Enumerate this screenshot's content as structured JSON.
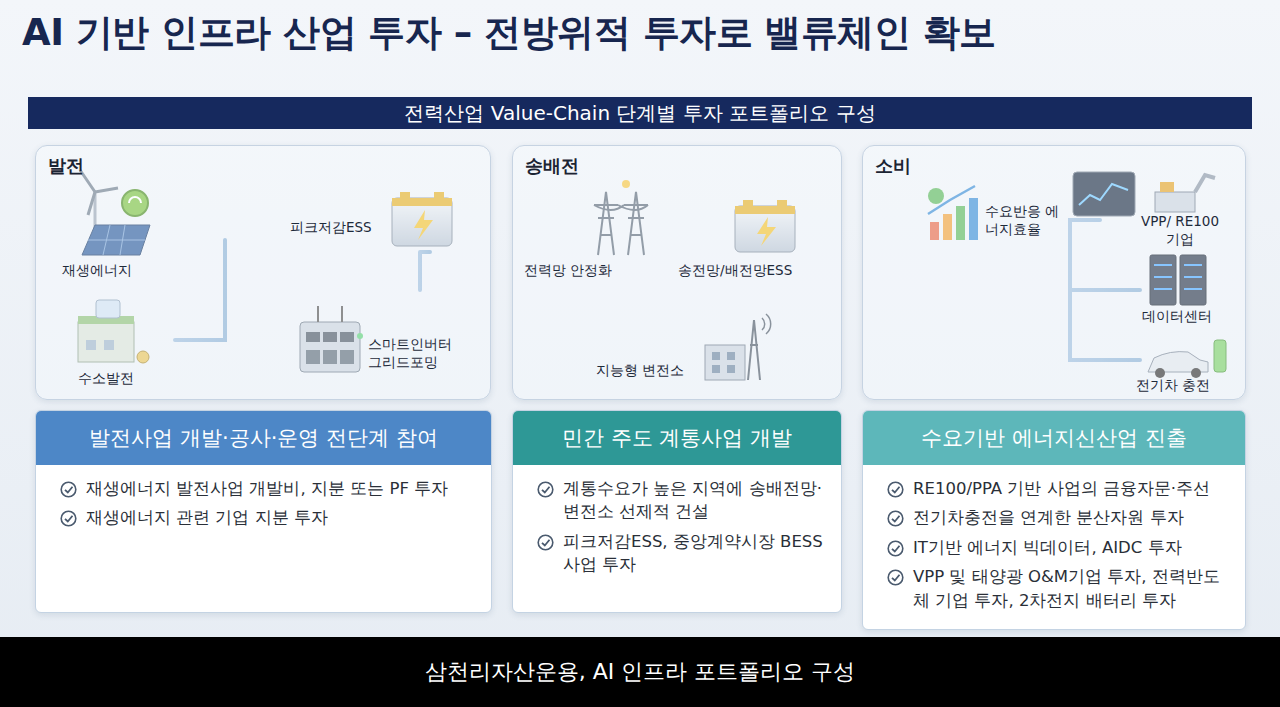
{
  "diagram": {
    "title": "AI 기반 인프라 산업 투자 – 전방위적 투자로 밸류체인 확보",
    "caption": "삼천리자산운용, AI 인프라 포트폴리오 구성",
    "nodes": [
      {
        "text": [
          "전력산업 Value-Chain 단계별 투자 포트폴리오 구성"
        ]
      },
      {
        "text": [
          "발전"
        ]
      },
      {
        "text": [
          "송배전"
        ]
      },
      {
        "text": [
          "소비"
        ]
      },
      {
        "text": [
          "발전사업 개발·공사·운영 전단계 참여",
          "재생에너지 발전사업 개발비, 지분 또는 PF 투자",
          "재생에너지 관련 기업 지분 투자"
        ]
      },
      {
        "text": [
          "민간 주도 계통사업 개발",
          "계통수요가 높은 지역에 송배전망·변전소 선제적 건설",
          "피크저감ESS, 중앙계약시장 BESS 사업 투자"
        ]
      },
      {
        "text": [
          "수요기반 에너지신산업 진출",
          "RE100/PPA 기반 사업의 금융자문·주선",
          "전기차충전을 연계한 분산자원 투자",
          "IT기반 에너지 빅데이터, AIDC 투자",
          "VPP 및 태양광 O&M기업 투자, 전력반도체 기업 투자, 2차전지 배터리 투자"
        ]
      }
    ],
    "labels": [
      "재생에너지",
      "피크저감ESS",
      "수소발전",
      "스마트인버터 그리드포밍",
      "전력망 안정화",
      "송전망/배전망ESS",
      "지능형 변전소",
      "수요반응 에너지효율",
      "VPP/ RE100 기업",
      "데이터센터",
      "전기차 충전"
    ]
  }
}
